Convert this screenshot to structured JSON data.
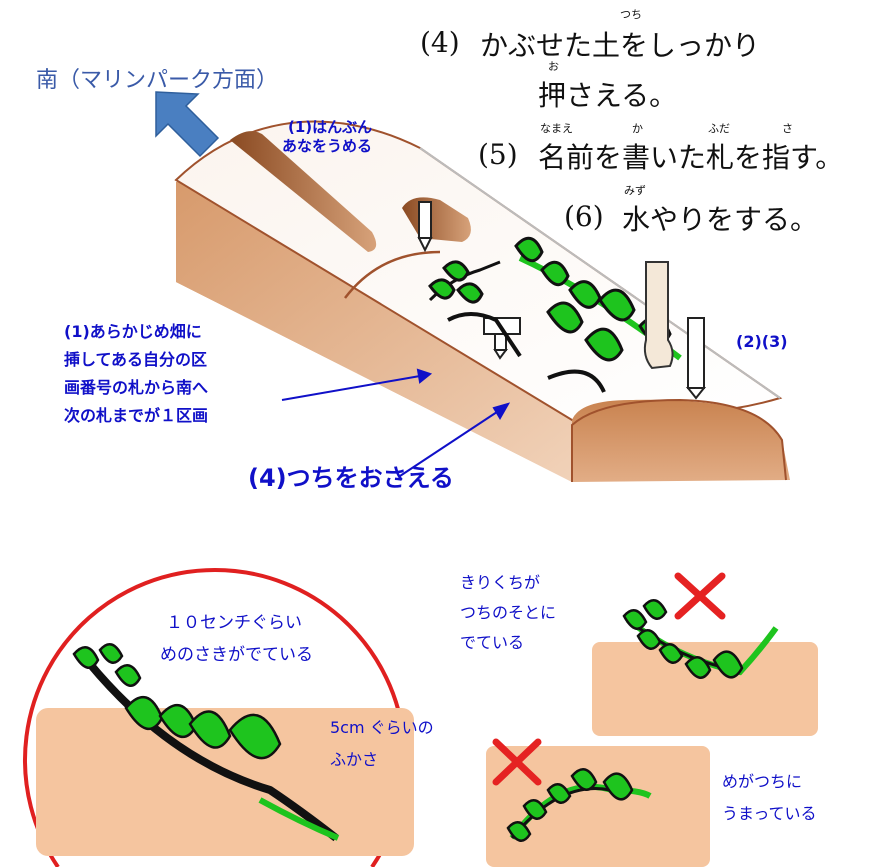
{
  "direction": {
    "label": "南（マリンパーク方面）",
    "arrow_icon": "arrow-up-left-icon",
    "arrow_color": "#4a7fc1",
    "label_color": "#3a5aa8"
  },
  "steps": {
    "step4_num": "(4)",
    "step4_line1": "かぶせた土をしっかり",
    "step4_ruby_tsuchi": "つち",
    "step4_line2": "押さえる。",
    "step4_ruby_o": "お",
    "step5_num": "(5)",
    "step5_text": "名前を書いた札を指す。",
    "step5_ruby_namae": "なまえ",
    "step5_ruby_ka": "か",
    "step5_ruby_fuda": "ふだ",
    "step5_ruby_sa": "さ",
    "step6_num": "(6)",
    "step6_text": "水やりをする。",
    "step6_ruby_mizu": "みず"
  },
  "diagram_labels": {
    "hole_line1": "(1)はんぶん",
    "hole_line2": "あなをうめる",
    "plot_note": [
      "(1)あらかじめ畑に",
      "挿してある自分の区",
      "画番号の札から南へ",
      "次の札までが１区画"
    ],
    "step23": "(2)(3)",
    "press": "(4)つちをおさえる"
  },
  "correct_example": {
    "line1": "１０センチぐらい",
    "line2": "めのさきがでている",
    "depth_line1": "5cm ぐらいの",
    "depth_line2": "ふかさ",
    "circle_color": "#e02020"
  },
  "wrong_examples": [
    {
      "lines": [
        "きりくちが",
        "つちのそとに",
        "でている"
      ],
      "mark_icon": "red-x-icon"
    },
    {
      "lines": [
        "めがつちに",
        "うまっている"
      ],
      "mark_icon": "red-x-icon"
    }
  ],
  "colors": {
    "soil": "#f5c59f",
    "ridge_side": "#deae86",
    "ridge_edge": "#a0522d",
    "leaf": "#1ec41e",
    "mark": "#e52222"
  }
}
